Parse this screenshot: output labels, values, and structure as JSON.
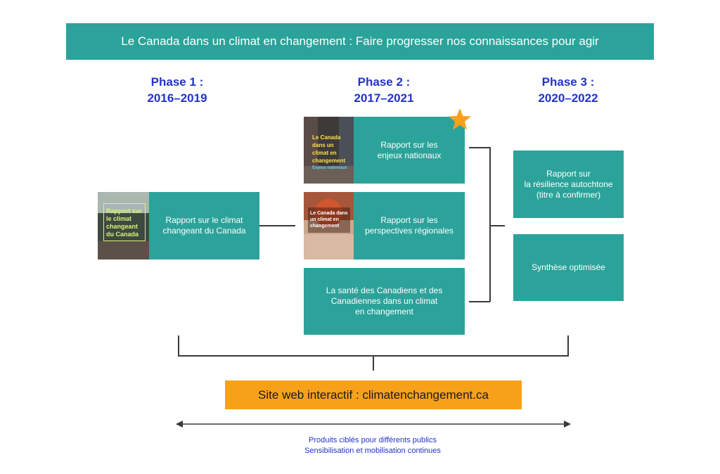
{
  "title": "Le Canada dans un climat en changement : Faire progresser nos connaissances pour agir",
  "phases": [
    {
      "label": "Phase 1 :",
      "years": "2016–2019"
    },
    {
      "label": "Phase 2 :",
      "years": "2017–2021"
    },
    {
      "label": "Phase 3 :",
      "years": "2020–2022"
    }
  ],
  "phase1": {
    "report": "Rapport sur le climat\nchangeant du Canada",
    "cover_text": "Rapport sur\nle climat\nchangeant\ndu Canada"
  },
  "phase2": {
    "national": "Rapport sur les\nenjeux nationaux",
    "national_cover": "Le Canada\ndans un\nclimat en\nchangement",
    "national_cover_sub": "Enjeux nationaux",
    "regional": "Rapport sur les\nperspectives régionales",
    "regional_cover": "Le Canada dans\nun climat en\nchangement",
    "health": "La santé des Canadiens et des\nCanadiennes dans un climat\nen changement"
  },
  "phase3": {
    "indigenous": "Rapport sur\nla résilience autochtone\n(titre à confirmer)",
    "synthesis": "Synthèse optimisée"
  },
  "website": "Site web interactif : climatenchangement.ca",
  "footer": {
    "line1": "Produits ciblés pour différents publics",
    "line2": "Sensibilisation et mobilisation continues"
  },
  "colors": {
    "teal": "#2ba39a",
    "orange": "#f7a11a",
    "phase_blue": "#2233cc",
    "star": "#f7a11a"
  }
}
